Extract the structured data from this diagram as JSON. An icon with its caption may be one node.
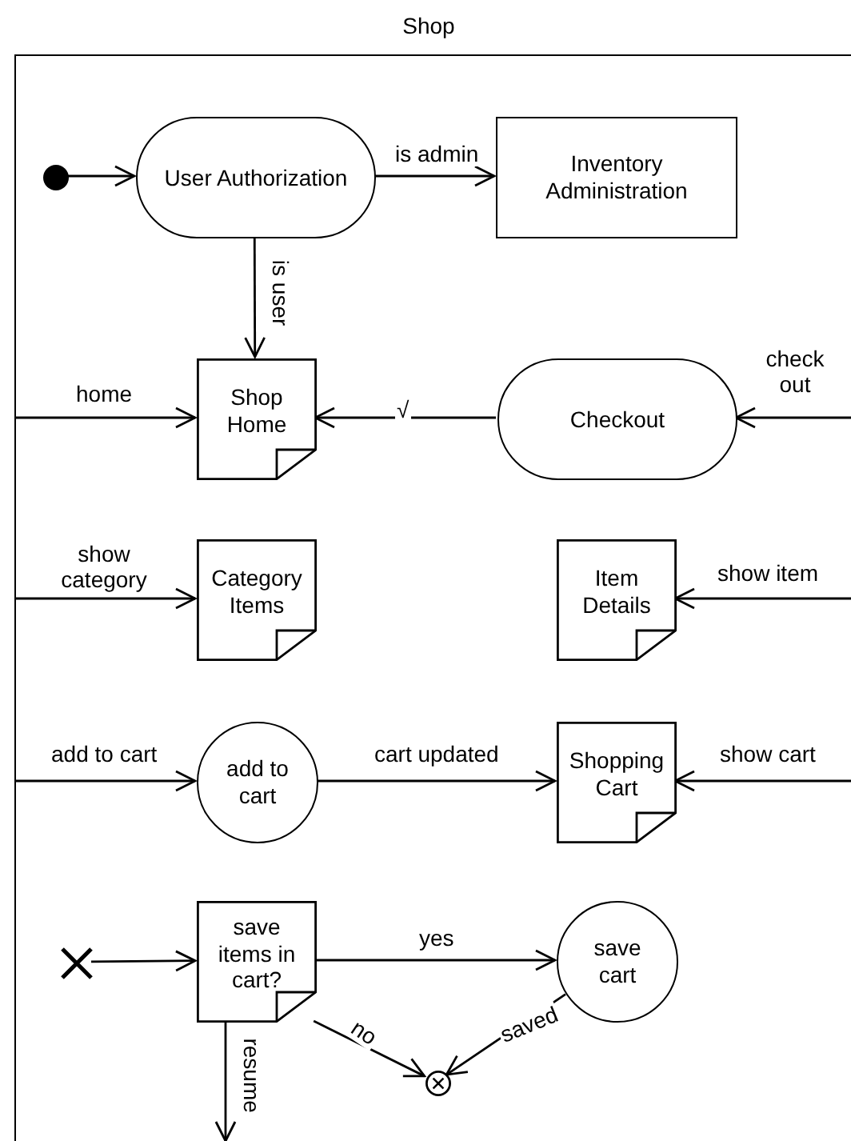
{
  "diagram": {
    "nodes": [
      {
        "text": [
          "Shop"
        ]
      },
      {
        "text": [],
        "shape": "dot",
        "in": 0
      },
      {
        "text": [
          "User Authorization"
        ],
        "in": 0
      },
      {
        "text": [
          "Inventory Administration"
        ],
        "in": 0
      },
      {
        "text": [
          "Shop Home"
        ],
        "in": 0
      },
      {
        "text": [
          "Checkout"
        ],
        "in": 0
      },
      {
        "text": [
          "Category Items"
        ],
        "in": 0
      },
      {
        "text": [
          "Item Details"
        ],
        "in": 0
      },
      {
        "text": [
          "add to cart"
        ],
        "in": 0
      },
      {
        "text": [
          "Shopping Cart"
        ],
        "in": 0
      },
      {
        "text": [],
        "shape": "cross",
        "in": 0
      },
      {
        "text": [
          "save items in cart?"
        ],
        "in": 0
      },
      {
        "text": [
          "save cart"
        ],
        "in": 0
      },
      {
        "text": [],
        "shape": "circle",
        "in": 0
      }
    ],
    "edges": [
      {
        "from": 1,
        "to": 2,
        "arrow": "to"
      },
      {
        "from": 2,
        "to": 3,
        "arrow": "to",
        "label": "is admin"
      },
      {
        "from": 2,
        "to": 4,
        "arrow": "to",
        "label": "is user"
      },
      {
        "from": 0,
        "to": 4,
        "arrow": "to",
        "label": "home"
      },
      {
        "from": null,
        "to": 5,
        "arrow": "to",
        "label": "check out"
      },
      {
        "from": 5,
        "to": 4,
        "arrow": "to",
        "label": "√"
      },
      {
        "from": 0,
        "to": 6,
        "arrow": "to",
        "label": "show category"
      },
      {
        "from": null,
        "to": 7,
        "arrow": "to",
        "label": "show item"
      },
      {
        "from": 0,
        "to": 8,
        "arrow": "to",
        "label": "add to cart"
      },
      {
        "from": 8,
        "to": 9,
        "arrow": "to",
        "label": "cart updated"
      },
      {
        "from": null,
        "to": 9,
        "arrow": "to",
        "label": "show cart"
      },
      {
        "from": 10,
        "to": 11,
        "arrow": "to"
      },
      {
        "from": 11,
        "to": 12,
        "arrow": "to",
        "label": "yes"
      },
      {
        "from": 11,
        "to": 13,
        "arrow": "to",
        "label": "no"
      },
      {
        "from": 12,
        "to": 13,
        "arrow": "to",
        "label": "saved"
      },
      {
        "from": 11,
        "to": null,
        "arrow": "to",
        "label": "resume"
      }
    ]
  }
}
